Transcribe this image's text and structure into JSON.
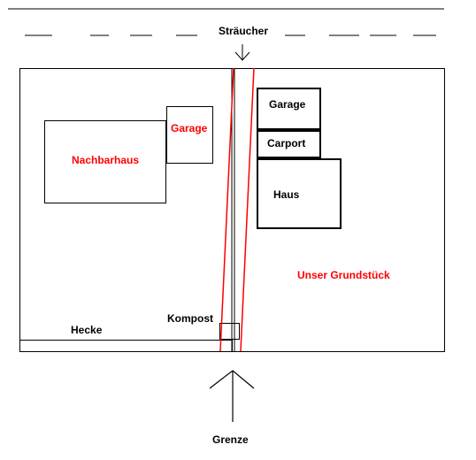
{
  "labels": {
    "straeucher": "Sträucher",
    "nachbarhaus": "Nachbarhaus",
    "garage_neighbor": "Garage",
    "garage_own": "Garage",
    "carport": "Carport",
    "haus": "Haus",
    "unser_grundstueck": "Unser Grundstück",
    "kompost": "Kompost",
    "hecke": "Hecke",
    "grenze": "Grenze"
  },
  "colors": {
    "line": "#000000",
    "accent": "#ff0000"
  },
  "icons": {
    "shrub_marker": "down-arrow-icon",
    "border_marker": "up-arrow-icon"
  }
}
